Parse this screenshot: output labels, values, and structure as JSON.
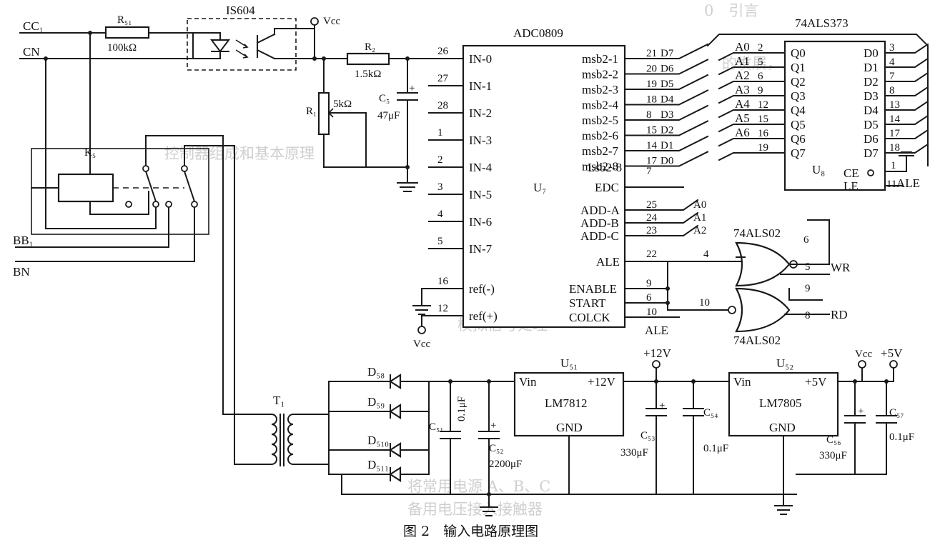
{
  "caption": "图 2　输入电路原理图",
  "left_terminals": {
    "cc1": "CC₁",
    "cn": "CN",
    "bb1": "BB₁",
    "bn": "BN"
  },
  "r51": {
    "name": "R₅₁",
    "value": "100kΩ"
  },
  "optocoupler": "IS604",
  "vcc": "Vcc",
  "r2": {
    "name": "R₂",
    "value": "1.5kΩ"
  },
  "r1": {
    "name": "R₁",
    "value": "5kΩ"
  },
  "c5": {
    "name": "C₅",
    "value": "47μF"
  },
  "k5": "K₅",
  "adc": {
    "title": "ADC0809",
    "ref": "U₇",
    "inputs": [
      {
        "pin": "26",
        "name": "IN-0"
      },
      {
        "pin": "27",
        "name": "IN-1"
      },
      {
        "pin": "28",
        "name": "IN-2"
      },
      {
        "pin": "1",
        "name": "IN-3"
      },
      {
        "pin": "2",
        "name": "IN-4"
      },
      {
        "pin": "3",
        "name": "IN-5"
      },
      {
        "pin": "4",
        "name": "IN-6"
      },
      {
        "pin": "5",
        "name": "IN-7"
      },
      {
        "pin": "16",
        "name": "ref(-)"
      },
      {
        "pin": "12",
        "name": "ref(+)"
      }
    ],
    "outputs": [
      {
        "pin": "21",
        "name": "msb2-1",
        "net": "D7"
      },
      {
        "pin": "20",
        "name": "msb2-2",
        "net": "D6"
      },
      {
        "pin": "19",
        "name": "msb2-3",
        "net": "D5"
      },
      {
        "pin": "18",
        "name": "msb2-4",
        "net": "D4"
      },
      {
        "pin": "8",
        "name": "msb2-5",
        "net": "D3"
      },
      {
        "pin": "15",
        "name": "msb2-6",
        "net": "D2"
      },
      {
        "pin": "14",
        "name": "msb2-7",
        "net": "D1"
      },
      {
        "pin": "17",
        "name": "msb2-8",
        "net": "D0"
      }
    ],
    "lsb_label": "Lsb2-8",
    "edc": {
      "pin": "7",
      "name": "EDC"
    },
    "addr": [
      {
        "pin": "25",
        "name": "ADD-A",
        "net": "A0"
      },
      {
        "pin": "24",
        "name": "ADD-B",
        "net": "A1"
      },
      {
        "pin": "23",
        "name": "ADD-C",
        "net": "A2"
      }
    ],
    "ale": {
      "pin": "22",
      "name": "ALE"
    },
    "enable": {
      "pin": "9",
      "name": "ENABLE"
    },
    "start": {
      "pin": "6",
      "name": "START"
    },
    "clock": {
      "pin": "10",
      "name": "COLCK",
      "net": "ALE"
    }
  },
  "latch": {
    "title": "74ALS373",
    "ref": "U₈",
    "addr_pins": [
      {
        "net": "A0",
        "pin": "2",
        "q": "Q0"
      },
      {
        "net": "A1",
        "pin": "5",
        "q": "Q1"
      },
      {
        "net": "A2",
        "pin": "6",
        "q": "Q2"
      },
      {
        "net": "A3",
        "pin": "9",
        "q": "Q3"
      },
      {
        "net": "A4",
        "pin": "12",
        "q": "Q4"
      },
      {
        "net": "A5",
        "pin": "15",
        "q": "Q5"
      },
      {
        "net": "A6",
        "pin": "16",
        "q": "Q6"
      },
      {
        "net": "",
        "pin": "19",
        "q": "Q7"
      }
    ],
    "data_pins": [
      {
        "d": "D0",
        "pin": "3"
      },
      {
        "d": "D1",
        "pin": "4"
      },
      {
        "d": "D2",
        "pin": "7"
      },
      {
        "d": "D3",
        "pin": "8"
      },
      {
        "d": "D4",
        "pin": "13"
      },
      {
        "d": "D5",
        "pin": "14"
      },
      {
        "d": "D6",
        "pin": "17"
      },
      {
        "d": "D7",
        "pin": "18"
      }
    ],
    "ce": {
      "name": "CE",
      "pin": "1"
    },
    "le": {
      "name": "LE",
      "pin": "11",
      "net": "ALE"
    }
  },
  "gates": {
    "top": {
      "label": "74ALS02",
      "in_pin": "4",
      "pin6": "6",
      "pin5": "5",
      "net": "WR"
    },
    "bottom": {
      "label": "74ALS02",
      "in_pin": "10",
      "pin9": "9",
      "pin8": "8",
      "net": "RD"
    }
  },
  "power": {
    "transformer": "T₁",
    "diodes": [
      "D₅₈",
      "D₅₉",
      "D₅₁₀",
      "D₅₁₁"
    ],
    "c51": {
      "name": "C₅₁",
      "value": "0.1μF"
    },
    "c52": {
      "name": "C₅₂",
      "value": "2200μF"
    },
    "u51": {
      "ref": "U₅₁",
      "chip": "LM7812",
      "vin": "Vin",
      "gnd": "GND",
      "out": "+12V"
    },
    "rail12": "+12V",
    "c53": {
      "name": "C₅₃",
      "value": "330μF"
    },
    "c54": {
      "name": "C₅₄",
      "value": "0.1μF"
    },
    "u52": {
      "ref": "U₅₂",
      "chip": "LM7805",
      "vin": "Vin",
      "gnd": "GND",
      "out": "+5V"
    },
    "vcc5": "Vcc",
    "rail5": "+5V",
    "c56": {
      "name": "C₅₆",
      "value": "330μF"
    },
    "c57": {
      "name": "C₅₇",
      "value": "0.1μF"
    }
  }
}
